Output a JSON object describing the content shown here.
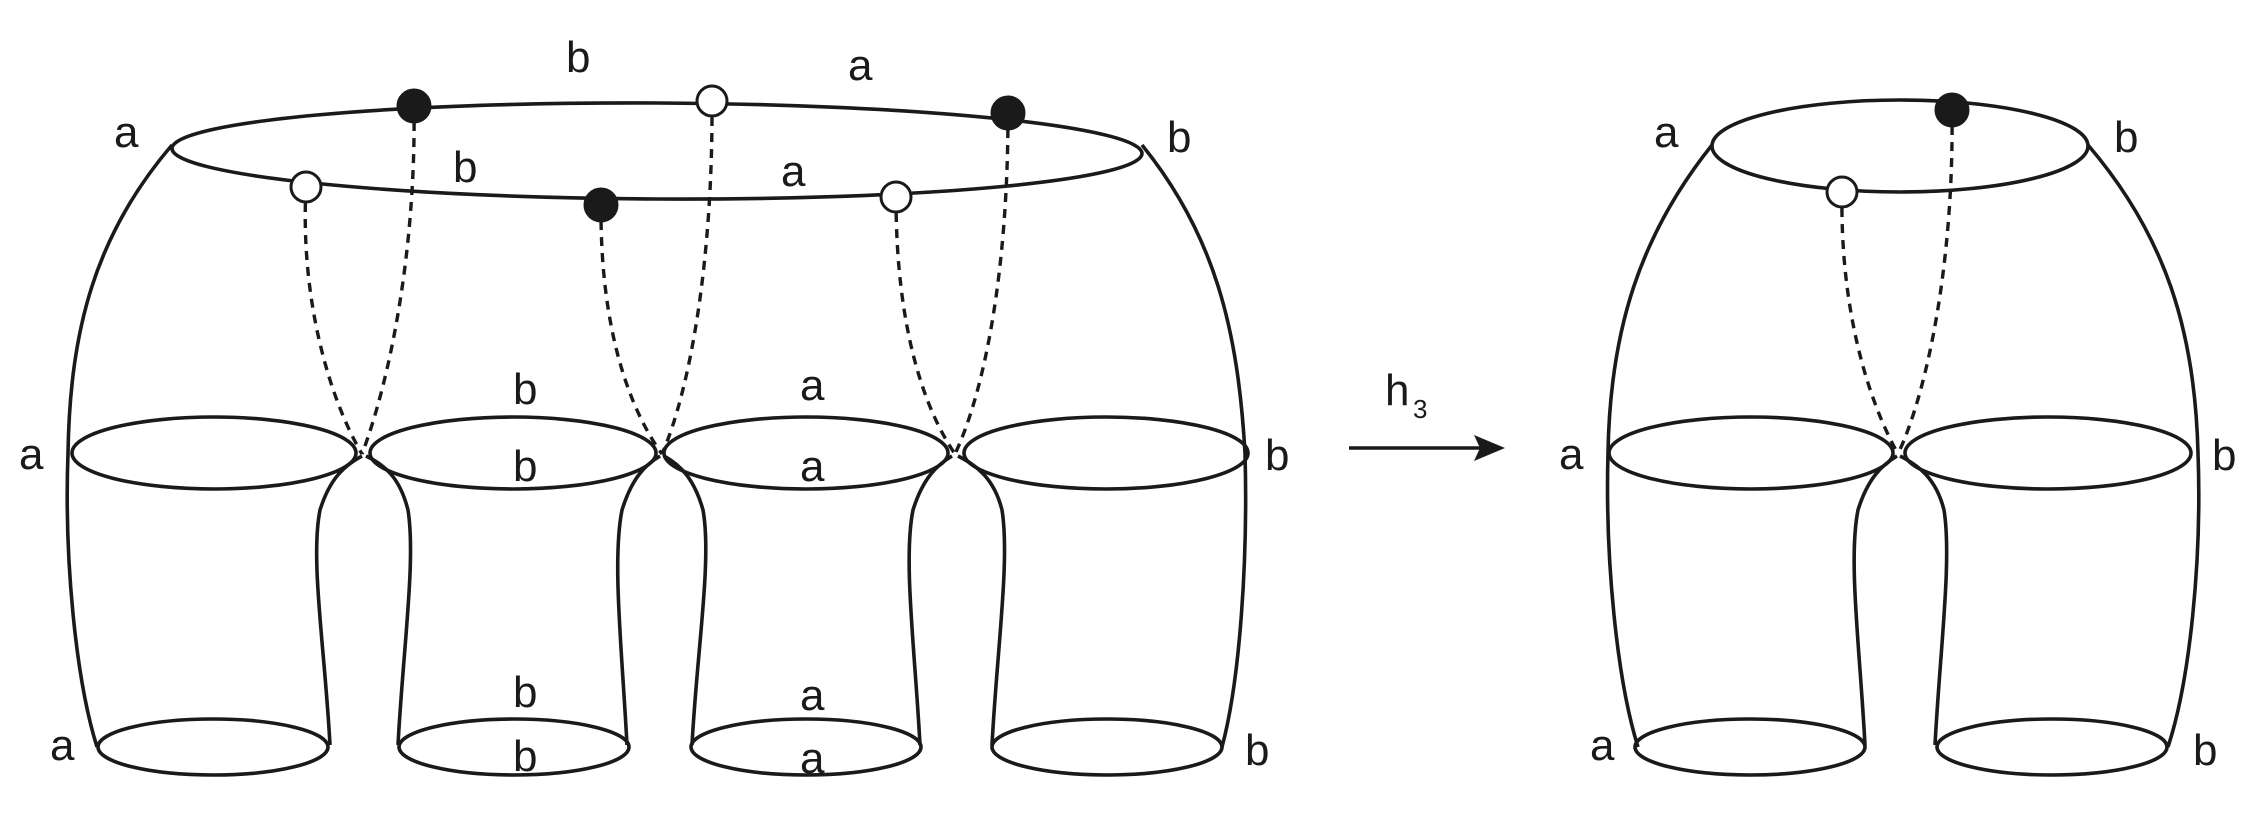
{
  "left_figure": {
    "top_circle": {
      "back_labels": [
        "b",
        "a"
      ],
      "front_labels": [
        "b",
        "a"
      ],
      "left_label": "a",
      "right_label": "b"
    },
    "mid_circles": [
      {
        "label_left": "a"
      },
      {
        "label_top": "b",
        "label_inner": "b"
      },
      {
        "label_top": "a",
        "label_inner": "a"
      },
      {
        "label_right": "b"
      }
    ],
    "bottom_circles": [
      {
        "label_left": "a"
      },
      {
        "label_top": "b",
        "label_inner": "b"
      },
      {
        "label_top": "a",
        "label_inner": "a"
      },
      {
        "label_right": "b"
      }
    ]
  },
  "map": {
    "label": "h",
    "subscript": "3"
  },
  "right_figure": {
    "top_circle": {
      "left_label": "a",
      "right_label": "b"
    },
    "mid_circles": [
      {
        "label_left": "a"
      },
      {
        "label_right": "b"
      }
    ],
    "bottom_circles": [
      {
        "label_left": "a"
      },
      {
        "label_right": "b"
      }
    ]
  },
  "legend": {
    "filled_marker": "filled-dot",
    "open_marker": "open-dot"
  }
}
